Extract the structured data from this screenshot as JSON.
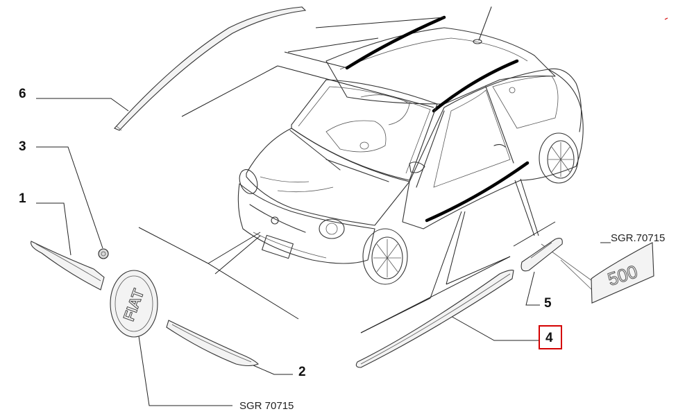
{
  "diagram": {
    "callouts": [
      {
        "id": "1",
        "label": "1",
        "highlighted": false
      },
      {
        "id": "2",
        "label": "2",
        "highlighted": false
      },
      {
        "id": "3",
        "label": "3",
        "highlighted": false
      },
      {
        "id": "4",
        "label": "4",
        "highlighted": true
      },
      {
        "id": "5",
        "label": "5",
        "highlighted": false
      },
      {
        "id": "6",
        "label": "6",
        "highlighted": false
      }
    ],
    "references": {
      "badge_500": "SGR.70715",
      "fiat_emblem": "SGR 70715"
    },
    "emblem_text": {
      "fiat": "FIAT",
      "model": "500"
    },
    "colors": {
      "highlight": "#d40000",
      "ink": "#222222",
      "background": "#ffffff"
    }
  }
}
